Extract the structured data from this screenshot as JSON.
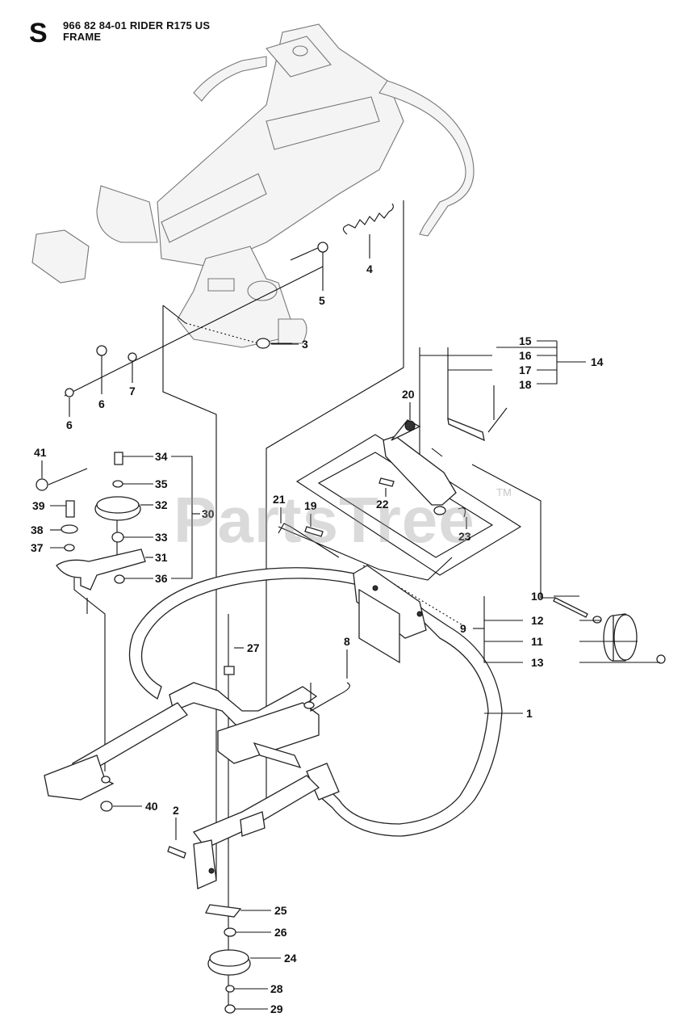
{
  "header": {
    "section_letter": "S",
    "model_line": "966 82 84-01 RIDER R175 US",
    "section_title": "FRAME"
  },
  "watermark": {
    "text": "PartsTree",
    "trademark": "TM"
  },
  "callouts": {
    "c1": "1",
    "c2": "2",
    "c3": "3",
    "c4": "4",
    "c5": "5",
    "c6a": "6",
    "c6b": "6",
    "c7": "7",
    "c8": "8",
    "c9": "9",
    "c10": "10",
    "c11": "11",
    "c12": "12",
    "c13": "13",
    "c14": "14",
    "c15": "15",
    "c16": "16",
    "c17": "17",
    "c18": "18",
    "c19": "19",
    "c20": "20",
    "c21": "21",
    "c22": "22",
    "c23": "23",
    "c24": "24",
    "c25": "25",
    "c26": "26",
    "c27": "27",
    "c28": "28",
    "c29": "29",
    "c30": "30",
    "c31": "31",
    "c32": "32",
    "c33": "33",
    "c34": "34",
    "c35": "35",
    "c36": "36",
    "c37": "37",
    "c38": "38",
    "c39": "39",
    "c40": "40",
    "c41": "41"
  },
  "colors": {
    "line": "#111111",
    "watermark": "#969696",
    "part_fill": "#ffffff"
  }
}
